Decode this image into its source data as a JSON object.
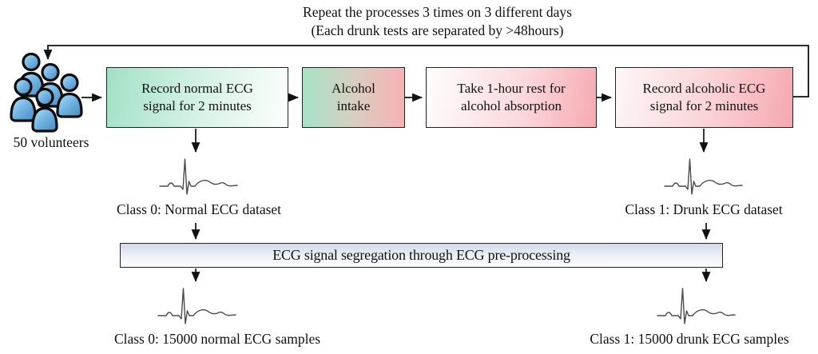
{
  "caption": {
    "line1": "Repeat the processes 3 times on 3 different days",
    "line2": "(Each drunk tests are separated by >48hours)"
  },
  "volunteers_label": "50 volunteers",
  "steps": [
    {
      "line1": "Record normal ECG",
      "line2": "signal for 2 minutes"
    },
    {
      "line1": "Alcohol",
      "line2": "intake"
    },
    {
      "line1": "Take 1-hour rest for",
      "line2": "alcohol absorption"
    },
    {
      "line1": "Record alcoholic ECG",
      "line2": "signal for 2 minutes"
    }
  ],
  "dataset_labels": {
    "normal": "Class 0: Normal ECG dataset",
    "drunk": "Class 1: Drunk ECG dataset"
  },
  "segregation_label": "ECG signal segregation through ECG pre-processing",
  "sample_labels": {
    "normal": "Class 0: 15000 normal ECG samples",
    "drunk": "Class 1: 15000 drunk ECG samples"
  },
  "icons": {
    "volunteers-icon": "group of five blue person glyphs",
    "ecg-waveform-icon": "small PQRST ECG trace",
    "arrowhead": "solid black triangle arrowhead"
  },
  "colors": {
    "step_green": "#a2e1c6",
    "step_pink": "#f5a8af",
    "segregation_bar_blue": "#d3daea",
    "volunteer_blue": "#6fb3e2",
    "line_black": "#111111",
    "ecg_trace_gray": "#4a4a4a"
  }
}
